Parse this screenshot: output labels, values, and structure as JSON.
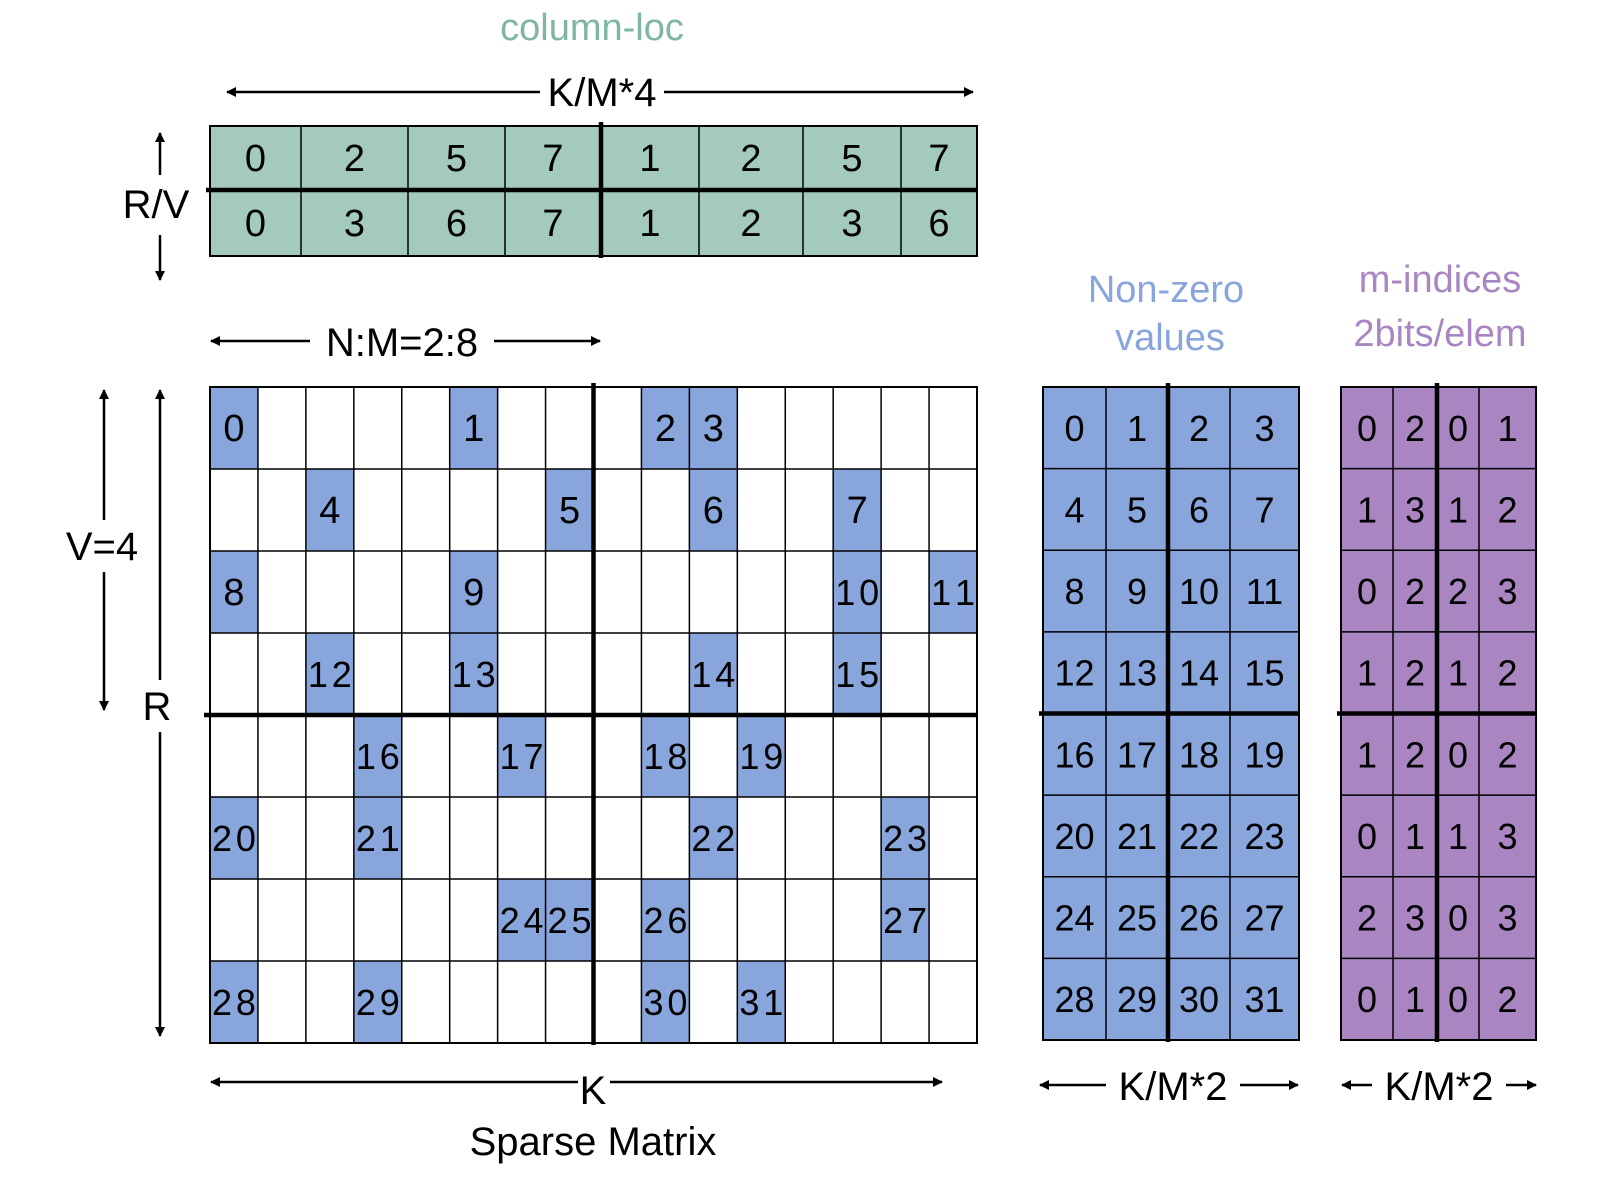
{
  "titles": {
    "column_loc": "column-loc",
    "nonzero_line1": "Non-zero",
    "nonzero_line2": "values",
    "mindices_line1": "m-indices",
    "mindices_line2": "2bits/elem"
  },
  "labels": {
    "km4": "K/M*4",
    "rv": "R/V",
    "nm": "N:M=2:8",
    "v4": "V=4",
    "r": "R",
    "k": "K",
    "sparse_matrix": "Sparse Matrix",
    "km2_values": "K/M*2",
    "km2_indices": "K/M*2"
  },
  "colors": {
    "teal": "#a3cabd",
    "teal_text": "#7fb5a5",
    "blue": "#88a5dc",
    "blue_text": "#88a5dc",
    "purple": "#a986c2",
    "purple_text": "#a986c2"
  },
  "column_loc": [
    [
      "0",
      "2",
      "5",
      "7",
      "1",
      "2",
      "5",
      "7"
    ],
    [
      "0",
      "3",
      "6",
      "7",
      "1",
      "2",
      "3",
      "6"
    ]
  ],
  "sparse_matrix": {
    "rows": 8,
    "cols": 16,
    "nonzeros": [
      {
        "row": 0,
        "col": 0,
        "label": "0"
      },
      {
        "row": 0,
        "col": 5,
        "label": "1"
      },
      {
        "row": 0,
        "col": 9,
        "label": "2"
      },
      {
        "row": 0,
        "col": 10,
        "label": "3"
      },
      {
        "row": 1,
        "col": 2,
        "label": "4"
      },
      {
        "row": 1,
        "col": 7,
        "label": "5"
      },
      {
        "row": 1,
        "col": 10,
        "label": "6"
      },
      {
        "row": 1,
        "col": 13,
        "label": "7"
      },
      {
        "row": 2,
        "col": 0,
        "label": "8"
      },
      {
        "row": 2,
        "col": 5,
        "label": "9"
      },
      {
        "row": 2,
        "col": 13,
        "label": "10"
      },
      {
        "row": 2,
        "col": 15,
        "label": "11"
      },
      {
        "row": 3,
        "col": 2,
        "label": "12"
      },
      {
        "row": 3,
        "col": 5,
        "label": "13"
      },
      {
        "row": 3,
        "col": 10,
        "label": "14"
      },
      {
        "row": 3,
        "col": 13,
        "label": "15"
      },
      {
        "row": 4,
        "col": 3,
        "label": "16"
      },
      {
        "row": 4,
        "col": 6,
        "label": "17"
      },
      {
        "row": 4,
        "col": 9,
        "label": "18"
      },
      {
        "row": 4,
        "col": 11,
        "label": "19"
      },
      {
        "row": 5,
        "col": 0,
        "label": "20"
      },
      {
        "row": 5,
        "col": 3,
        "label": "21"
      },
      {
        "row": 5,
        "col": 10,
        "label": "22"
      },
      {
        "row": 5,
        "col": 14,
        "label": "23"
      },
      {
        "row": 6,
        "col": 6,
        "label": "24"
      },
      {
        "row": 6,
        "col": 7,
        "label": "25"
      },
      {
        "row": 6,
        "col": 9,
        "label": "26"
      },
      {
        "row": 6,
        "col": 14,
        "label": "27"
      },
      {
        "row": 7,
        "col": 0,
        "label": "28"
      },
      {
        "row": 7,
        "col": 3,
        "label": "29"
      },
      {
        "row": 7,
        "col": 9,
        "label": "30"
      },
      {
        "row": 7,
        "col": 11,
        "label": "31"
      }
    ]
  },
  "nonzero_values": [
    [
      "0",
      "1",
      "2",
      "3"
    ],
    [
      "4",
      "5",
      "6",
      "7"
    ],
    [
      "8",
      "9",
      "10",
      "11"
    ],
    [
      "12",
      "13",
      "14",
      "15"
    ],
    [
      "16",
      "17",
      "18",
      "19"
    ],
    [
      "20",
      "21",
      "22",
      "23"
    ],
    [
      "24",
      "25",
      "26",
      "27"
    ],
    [
      "28",
      "29",
      "30",
      "31"
    ]
  ],
  "m_indices": [
    [
      "0",
      "2",
      "0",
      "1"
    ],
    [
      "1",
      "3",
      "1",
      "2"
    ],
    [
      "0",
      "2",
      "2",
      "3"
    ],
    [
      "1",
      "2",
      "1",
      "2"
    ],
    [
      "1",
      "2",
      "0",
      "2"
    ],
    [
      "0",
      "1",
      "1",
      "3"
    ],
    [
      "2",
      "3",
      "0",
      "3"
    ],
    [
      "0",
      "1",
      "0",
      "2"
    ]
  ]
}
